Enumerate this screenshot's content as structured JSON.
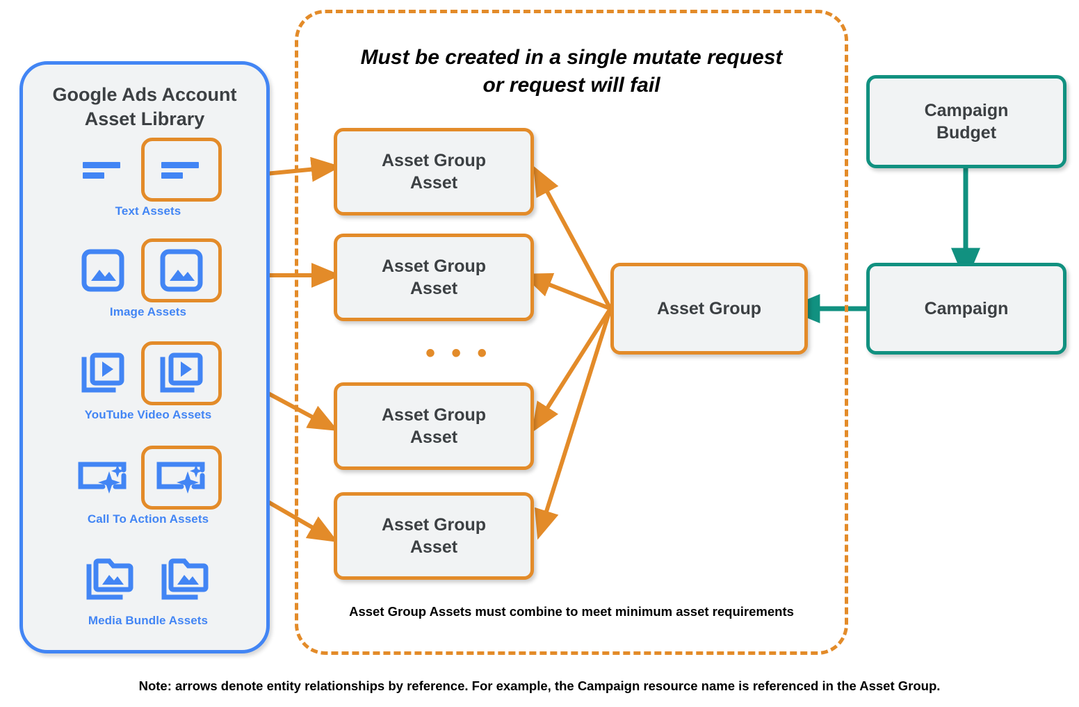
{
  "colors": {
    "orange": "#e38b29",
    "blue": "#4285f4",
    "teal": "#119180",
    "node_fill": "#f1f3f4",
    "text_dark": "#3c4043",
    "black": "#000000"
  },
  "library": {
    "title": "Google Ads Account\nAsset Library",
    "rows": [
      {
        "caption": "Text Assets",
        "icon": "text-asset-icon",
        "highlighted": true
      },
      {
        "caption": "Image Assets",
        "icon": "image-asset-icon",
        "highlighted": true
      },
      {
        "caption": "YouTube Video  Assets",
        "icon": "youtube-video-asset-icon",
        "highlighted": true
      },
      {
        "caption": "Call To Action Assets",
        "icon": "call-to-action-asset-icon",
        "highlighted": true
      },
      {
        "caption": "Media Bundle  Assets",
        "icon": "media-bundle-asset-icon",
        "highlighted": false
      }
    ]
  },
  "mutate": {
    "title": "Must be created in a single mutate request\nor request will fail",
    "footnote": "Asset Group Assets must combine to meet minimum asset requirements",
    "ellipsis": "• • •"
  },
  "nodes": {
    "asset_group_assets": [
      {
        "label": "Asset Group\nAsset"
      },
      {
        "label": "Asset Group\nAsset"
      },
      {
        "label": "Asset Group\nAsset"
      },
      {
        "label": "Asset Group\nAsset"
      }
    ],
    "asset_group": {
      "label": "Asset Group"
    },
    "campaign_budget": {
      "label": "Campaign\nBudget"
    },
    "campaign": {
      "label": "Campaign"
    }
  },
  "note": "Note: arrows denote entity relationships by reference. For example, the Campaign resource name is referenced in the Asset Group."
}
